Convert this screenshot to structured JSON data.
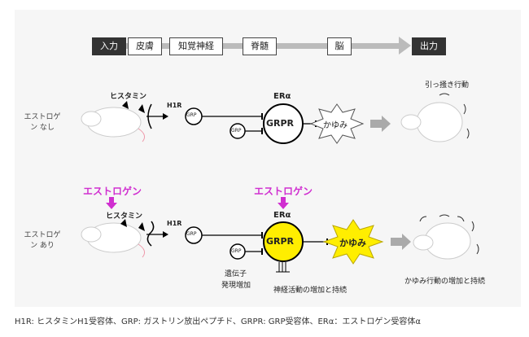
{
  "flow": {
    "input": "入力",
    "stages": [
      "皮膚",
      "知覚神経",
      "脊髄",
      "脳"
    ],
    "output": "出力"
  },
  "row_without": {
    "condition": "エストロゲン なし",
    "histamine": "ヒスタミン",
    "h1r": "H1R",
    "grp": "GRP",
    "grp2": "GRP",
    "er": "ERα",
    "grpr": "GRPR",
    "itch": "かゆみ",
    "behavior": "引っ掻き行動"
  },
  "row_with": {
    "condition": "エストロゲン あり",
    "estrogen_left": "エストロゲン",
    "estrogen_center": "エストロゲン",
    "histamine": "ヒスタミン",
    "h1r": "H1R",
    "grp": "GRP",
    "grp2": "GRP",
    "er": "ERα",
    "grpr": "GRPR",
    "itch": "かゆみ",
    "gene_line1": "遺伝子",
    "gene_line2": "発現増加",
    "neural": "神経活動の増加と持続",
    "behavior": "かゆみ行動の増加と持続"
  },
  "footer": "H1R: ヒスタミンH1受容体、GRP: ガストリン放出ペプチド、GRPR: GRP受容体、ERα：エストロゲン受容体α",
  "colors": {
    "estrogen": "#d02fd0",
    "grpr_active": "#ffee00",
    "arrow": "#aaaaaa",
    "dark_box": "#333333"
  }
}
